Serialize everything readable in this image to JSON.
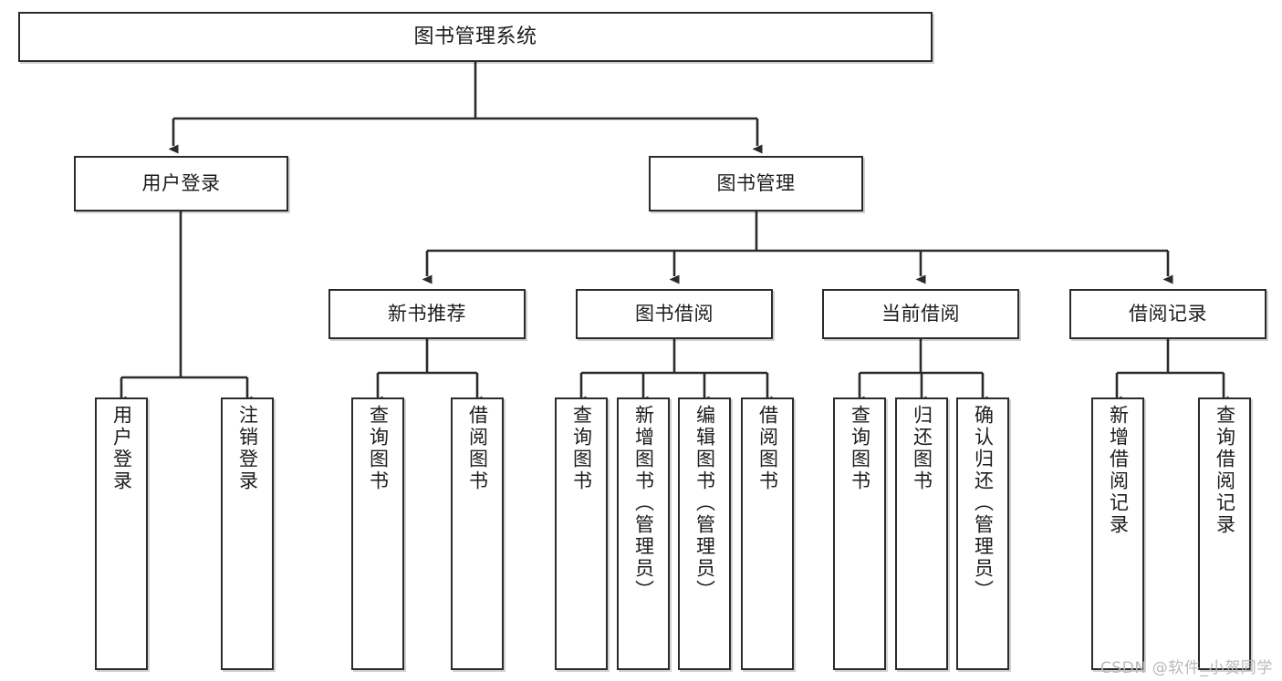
{
  "diagram": {
    "title": "图书管理系统",
    "watermark": "CSDN @软件_小贺同学",
    "colors": {
      "stroke": "#2b2b2b",
      "fill": "#ffffff",
      "text": "#1c1c1c",
      "watermark": "#b9b9b9"
    },
    "root": {
      "label": "图书管理系统"
    },
    "level1": [
      {
        "label": "用户登录"
      },
      {
        "label": "图书管理"
      }
    ],
    "level2": [
      {
        "label": "新书推荐"
      },
      {
        "label": "图书借阅"
      },
      {
        "label": "当前借阅"
      },
      {
        "label": "借阅记录"
      }
    ],
    "leaves": {
      "user_login": [
        {
          "label": "用户登录"
        },
        {
          "label": "注销登录"
        }
      ],
      "new_book": [
        {
          "label": "查询图书"
        },
        {
          "label": "借阅图书"
        }
      ],
      "borrow": [
        {
          "label": "查询图书"
        },
        {
          "label": "新增图书（管理员）"
        },
        {
          "label": "编辑图书（管理员）"
        },
        {
          "label": "借阅图书"
        }
      ],
      "current": [
        {
          "label": "查询图书"
        },
        {
          "label": "归还图书"
        },
        {
          "label": "确认归还（管理员）"
        }
      ],
      "records": [
        {
          "label": "新增借阅记录"
        },
        {
          "label": "查询借阅记录"
        }
      ]
    }
  }
}
